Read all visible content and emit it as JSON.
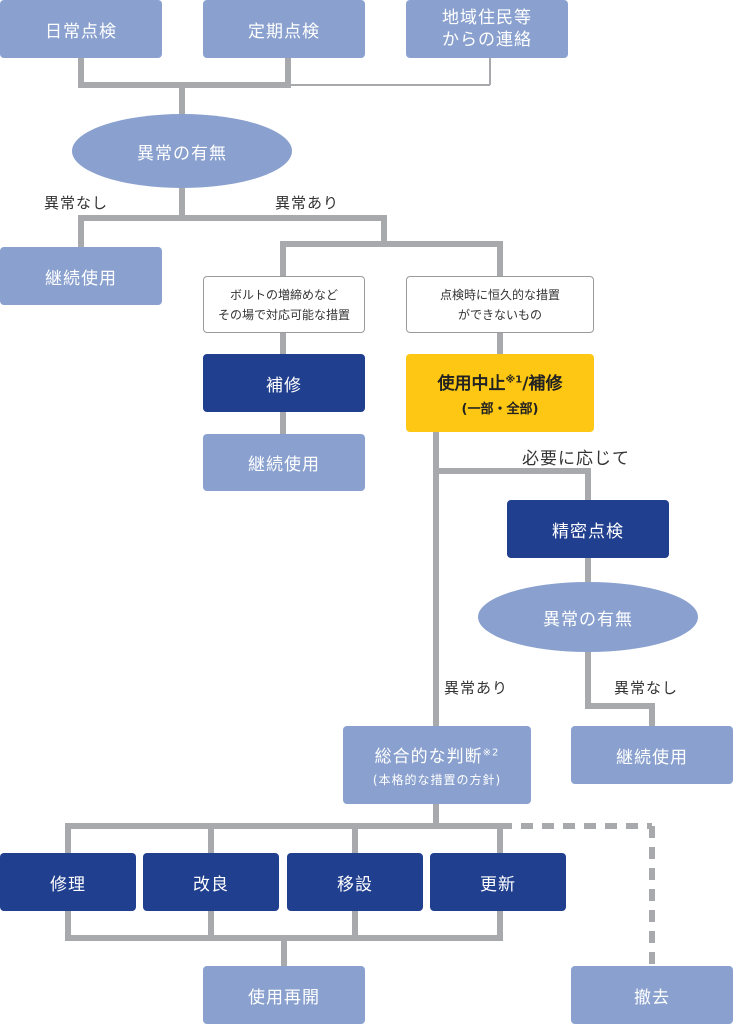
{
  "sources": [
    "日常点検",
    "定期点検",
    "地域住民等",
    "からの連絡"
  ],
  "check1": "異常の有無",
  "no_abnormal_1": "異常なし",
  "abnormal_1": "異常あり",
  "continue_use_1": "継続使用",
  "note_left": [
    "ボルトの増締めなど",
    "その場で対応可能な措置"
  ],
  "note_right": [
    "点検時に恒久的な措置",
    "ができないもの"
  ],
  "repair_box": "補修",
  "continue_use_2": "継続使用",
  "suspend": {
    "main": "使用中止",
    "mark": "※1",
    "suffix": "/補修",
    "sub": "(一部・全部)"
  },
  "if_needed": "必要に応じて",
  "detailed_check": "精密点検",
  "check2": "異常の有無",
  "abnormal_2": "異常あり",
  "no_abnormal_2": "異常なし",
  "judgement": {
    "main": "総合的な判断",
    "mark": "※2",
    "sub": "(本格的な措置の方針)"
  },
  "continue_use_3": "継続使用",
  "measures": [
    "修理",
    "改良",
    "移設",
    "更新"
  ],
  "resume": "使用再開",
  "remove": "撤去",
  "colors": {
    "light_box": "#8aa1cf",
    "dark_box": "#213f8f",
    "highlight": "#fdc713",
    "connector": "#a7a9ad"
  }
}
